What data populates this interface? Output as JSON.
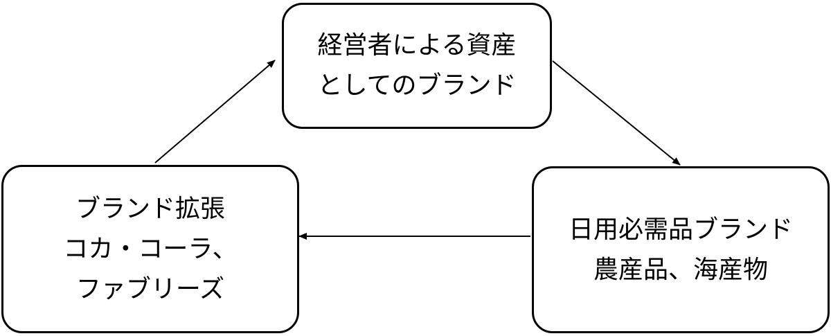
{
  "nodes": {
    "top": {
      "lines": [
        "経営者による資産",
        "としてのブランド"
      ]
    },
    "right": {
      "lines": [
        "日用必需品ブランド",
        "農産品、海産物"
      ]
    },
    "left": {
      "lines": [
        "ブランド拡張",
        "コカ・コーラ、",
        "ファブリーズ"
      ]
    }
  },
  "edges": [
    {
      "from": "top",
      "to": "right"
    },
    {
      "from": "right",
      "to": "left"
    },
    {
      "from": "left",
      "to": "top"
    }
  ]
}
